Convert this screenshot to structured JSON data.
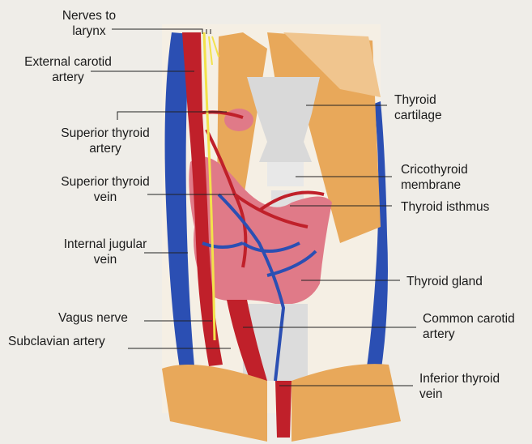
{
  "labels": {
    "nerves_to_larynx": [
      "Nerves to",
      "larynx"
    ],
    "external_carotid_artery": [
      "External carotid",
      "artery"
    ],
    "superior_thyroid_artery": [
      "Superior thyroid",
      "artery"
    ],
    "superior_thyroid_vein": [
      "Superior thyroid",
      "vein"
    ],
    "internal_jugular_vein": [
      "Internal jugular",
      "vein"
    ],
    "vagus_nerve": [
      "Vagus nerve"
    ],
    "subclavian_artery": [
      "Subclavian artery"
    ],
    "thyroid_cartilage": [
      "Thyroid",
      "cartilage"
    ],
    "cricothyroid_membrane": [
      "Cricothyroid",
      "membrane"
    ],
    "thyroid_isthmus": [
      "Thyroid isthmus"
    ],
    "thyroid_gland": [
      "Thyroid gland"
    ],
    "common_carotid_artery": [
      "Common carotid",
      "artery"
    ],
    "inferior_thyroid_vein": [
      "Inferior thyroid",
      "vein"
    ]
  },
  "colors": {
    "background": "#efede8",
    "muscle": "#e8a85a",
    "artery": "#c0202a",
    "vein": "#2b4fb3",
    "nerve": "#f2e24a",
    "cartilage": "#d9d9d9",
    "thyroid": "#e07a88"
  }
}
